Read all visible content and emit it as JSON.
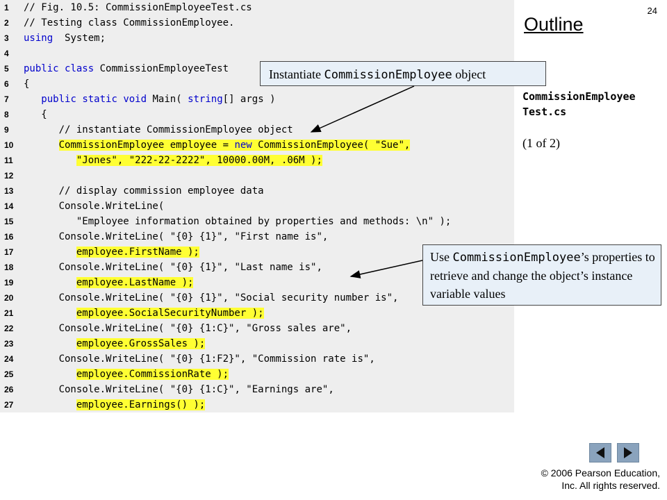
{
  "page_number": "24",
  "outline_title": "Outline",
  "file_name": "CommissionEmployee\nTest.cs",
  "part_label": "(1 of 2)",
  "callout_1": {
    "prefix": "Instantiate ",
    "code": "CommissionEmployee",
    "suffix": " object"
  },
  "callout_2": {
    "prefix": "Use ",
    "code": "CommissionEmployee",
    "suffix": "’s properties to retrieve and change the object’s instance variable values"
  },
  "code_lines": [
    {
      "n": "1",
      "segs": [
        [
          "cm",
          "// Fig. 10.5: CommissionEmployeeTest.cs"
        ]
      ]
    },
    {
      "n": "2",
      "segs": [
        [
          "cm",
          "// Testing class CommissionEmployee."
        ]
      ]
    },
    {
      "n": "3",
      "segs": [
        [
          "kw",
          "using"
        ],
        [
          "",
          "  System;"
        ]
      ]
    },
    {
      "n": "4",
      "segs": []
    },
    {
      "n": "5",
      "segs": [
        [
          "kw",
          "public"
        ],
        [
          "",
          " "
        ],
        [
          "kw",
          "class"
        ],
        [
          "",
          " CommissionEmployeeTest"
        ]
      ]
    },
    {
      "n": "6",
      "segs": [
        [
          "",
          "{"
        ]
      ]
    },
    {
      "n": "7",
      "segs": [
        [
          "",
          "   "
        ],
        [
          "kw",
          "public"
        ],
        [
          "",
          " "
        ],
        [
          "kw",
          "static"
        ],
        [
          "",
          " "
        ],
        [
          "kw",
          "void"
        ],
        [
          "",
          " Main( "
        ],
        [
          "kw",
          "string"
        ],
        [
          "",
          "[] args )"
        ]
      ]
    },
    {
      "n": "8",
      "segs": [
        [
          "",
          "   {"
        ]
      ]
    },
    {
      "n": "9",
      "segs": [
        [
          "",
          "      "
        ],
        [
          "cm",
          "// instantiate CommissionEmployee object"
        ]
      ]
    },
    {
      "n": "10",
      "segs": [
        [
          "",
          "      "
        ],
        [
          "hl",
          "CommissionEmployee employee = "
        ],
        [
          "hlkw",
          "new"
        ],
        [
          "hl",
          " CommissionEmployee( "
        ],
        [
          "hlstr",
          "\"Sue\""
        ],
        [
          "hl",
          ","
        ]
      ]
    },
    {
      "n": "11",
      "segs": [
        [
          "",
          "         "
        ],
        [
          "hlstr",
          "\"Jones\""
        ],
        [
          "hl",
          ", "
        ],
        [
          "hlstr",
          "\"222-22-2222\""
        ],
        [
          "hl",
          ", 10000.00M, .06M );"
        ]
      ]
    },
    {
      "n": "12",
      "segs": []
    },
    {
      "n": "13",
      "segs": [
        [
          "",
          "      "
        ],
        [
          "cm",
          "// display commission employee data"
        ]
      ]
    },
    {
      "n": "14",
      "segs": [
        [
          "",
          "      Console.WriteLine("
        ]
      ]
    },
    {
      "n": "15",
      "segs": [
        [
          "",
          "         "
        ],
        [
          "str",
          "\"Employee information obtained by properties and methods: \\n\""
        ],
        [
          "",
          " );"
        ]
      ]
    },
    {
      "n": "16",
      "segs": [
        [
          "",
          "      Console.WriteLine( "
        ],
        [
          "str",
          "\"{0} {1}\""
        ],
        [
          "",
          ", "
        ],
        [
          "str",
          "\"First name is\""
        ],
        [
          "",
          ","
        ]
      ]
    },
    {
      "n": "17",
      "segs": [
        [
          "",
          "         "
        ],
        [
          "hl",
          "employee.FirstName );"
        ]
      ]
    },
    {
      "n": "18",
      "segs": [
        [
          "",
          "      Console.WriteLine( "
        ],
        [
          "str",
          "\"{0} {1}\""
        ],
        [
          "",
          ", "
        ],
        [
          "str",
          "\"Last name is\""
        ],
        [
          "",
          ","
        ]
      ]
    },
    {
      "n": "19",
      "segs": [
        [
          "",
          "         "
        ],
        [
          "hl",
          "employee.LastName );"
        ]
      ]
    },
    {
      "n": "20",
      "segs": [
        [
          "",
          "      Console.WriteLine( "
        ],
        [
          "str",
          "\"{0} {1}\""
        ],
        [
          "",
          ", "
        ],
        [
          "str",
          "\"Social security number is\""
        ],
        [
          "",
          ","
        ]
      ]
    },
    {
      "n": "21",
      "segs": [
        [
          "",
          "         "
        ],
        [
          "hl",
          "employee.SocialSecurityNumber );"
        ]
      ]
    },
    {
      "n": "22",
      "segs": [
        [
          "",
          "      Console.WriteLine( "
        ],
        [
          "str",
          "\"{0} {1:C}\""
        ],
        [
          "",
          ", "
        ],
        [
          "str",
          "\"Gross sales are\""
        ],
        [
          "",
          ","
        ]
      ]
    },
    {
      "n": "23",
      "segs": [
        [
          "",
          "         "
        ],
        [
          "hl",
          "employee.GrossSales );"
        ]
      ]
    },
    {
      "n": "24",
      "segs": [
        [
          "",
          "      Console.WriteLine( "
        ],
        [
          "str",
          "\"{0} {1:F2}\""
        ],
        [
          "",
          ", "
        ],
        [
          "str",
          "\"Commission rate is\""
        ],
        [
          "",
          ","
        ]
      ]
    },
    {
      "n": "25",
      "segs": [
        [
          "",
          "         "
        ],
        [
          "hl",
          "employee.CommissionRate );"
        ]
      ]
    },
    {
      "n": "26",
      "segs": [
        [
          "",
          "      Console.WriteLine( "
        ],
        [
          "str",
          "\"{0} {1:C}\""
        ],
        [
          "",
          ", "
        ],
        [
          "str",
          "\"Earnings are\""
        ],
        [
          "",
          ","
        ]
      ]
    },
    {
      "n": "27",
      "segs": [
        [
          "",
          "         "
        ],
        [
          "hl",
          "employee.Earnings() );"
        ]
      ]
    }
  ],
  "copyright": {
    "line1": "© 2006 Pearson Education,",
    "line2": "Inc.  All rights reserved."
  },
  "colors": {
    "highlight": "#ffff33",
    "keyword": "#0000cc",
    "callout_bg": "#e8f0f8",
    "nav_button": "#8aa3bd"
  },
  "icons": [
    "previous-slide-icon",
    "next-slide-icon"
  ]
}
